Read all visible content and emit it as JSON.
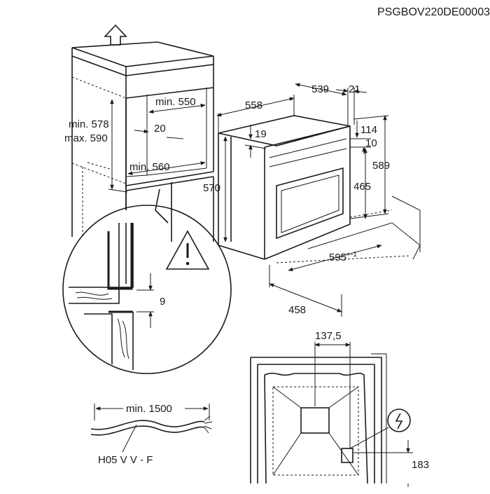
{
  "code": "PSGBOV220DE00003",
  "cabinet": {
    "height_label_min": "min. 578",
    "height_label_max": "max. 590",
    "depth_top": "min. 550",
    "gap_20": "20",
    "depth_bottom": "min. 560"
  },
  "oven": {
    "depth_total": "558",
    "depth_body": "539",
    "front_21": "21",
    "top_19": "19",
    "top_114": "114",
    "top_10": "10",
    "height_570": "570",
    "height_465": "465",
    "height_589": "589",
    "width": "595",
    "width_tol": "+-1",
    "bottom_depth": "458"
  },
  "detail": {
    "gap_9": "9"
  },
  "rear": {
    "offset_137": "137,5",
    "height_183": "183"
  },
  "cable": {
    "length": "min. 1500",
    "type": "H05 V V - F"
  }
}
